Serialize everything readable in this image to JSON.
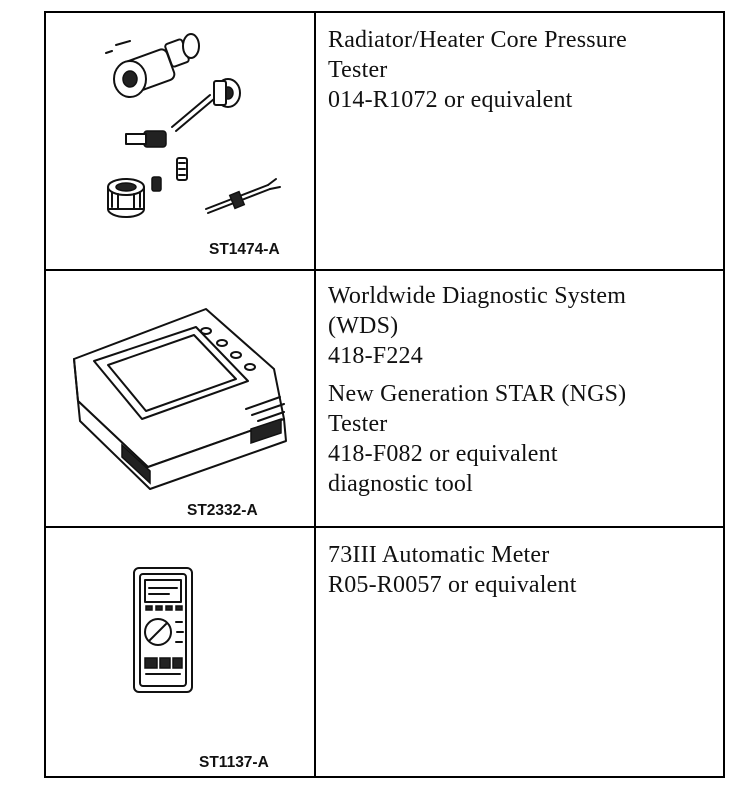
{
  "tools": [
    {
      "image_code": "ST1474-A",
      "description": [
        "Radiator/Heater Core Pressure\nTester\n014-R1072 or equivalent"
      ]
    },
    {
      "image_code": "ST2332-A",
      "description": [
        "Worldwide Diagnostic System\n(WDS)\n418-F224",
        "New Generation STAR (NGS)\nTester\n418-F082 or equivalent\ndiagnostic tool"
      ]
    },
    {
      "image_code": "ST1137-A",
      "description": [
        "73III Automatic Meter\nR05-R0057 or equivalent"
      ]
    }
  ]
}
